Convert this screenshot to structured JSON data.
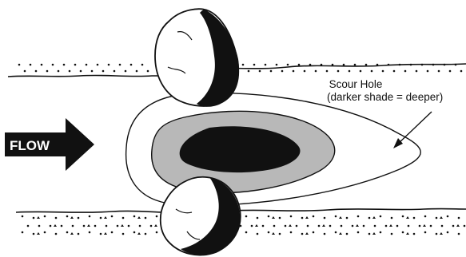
{
  "flow": {
    "label": "FLOW"
  },
  "scour_hole": {
    "title": "Scour Hole",
    "note": "(darker shade = deeper)"
  },
  "colors": {
    "ink": "#111111",
    "scour_outer": "#ffffff",
    "scour_middle": "#b8b8b8",
    "scour_deep": "#111111",
    "background": "#ffffff"
  },
  "icons": {
    "flow_arrow": "right-arrow-icon",
    "boulder_top": "boulder-icon",
    "boulder_bottom": "boulder-icon",
    "leader": "pointer-arrow-icon"
  }
}
